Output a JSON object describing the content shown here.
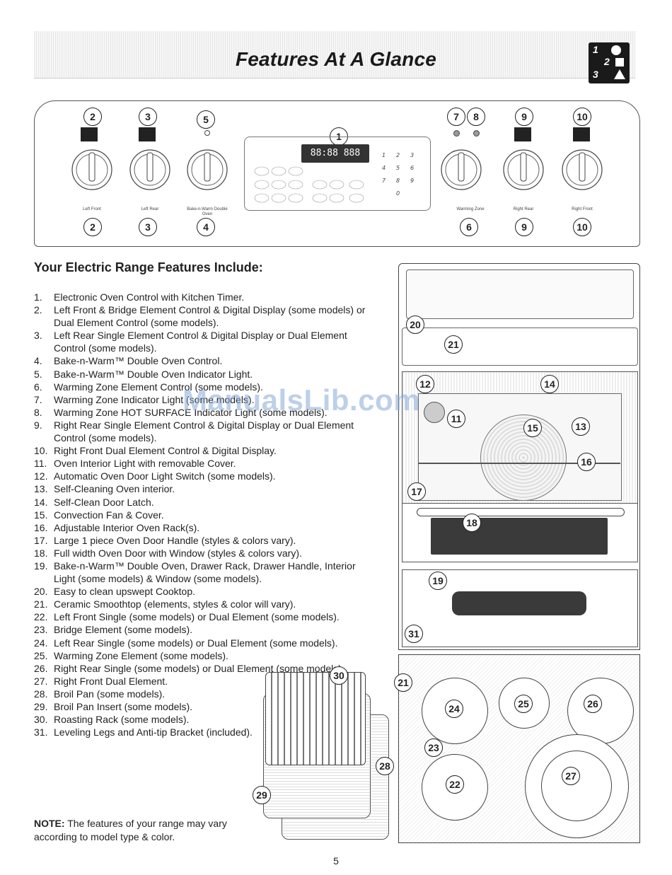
{
  "header": {
    "title": "Features At A Glance",
    "logo_text": [
      "1",
      "2",
      "3"
    ]
  },
  "panel": {
    "callouts_top": [
      "2",
      "3",
      "5",
      "1",
      "7",
      "8",
      "9",
      "10"
    ],
    "callouts_bottom": [
      "2",
      "3",
      "4",
      "6",
      "9",
      "10"
    ],
    "knob_labels": {
      "left_front": "Left Front",
      "left_rear": "Left Rear",
      "bake_n_warm": "Bake-n-Warm Double Oven",
      "warming_zone": "Warming Zone",
      "right_rear": "Right Rear",
      "right_front": "Right Front"
    },
    "lcd_display": "88:88 888"
  },
  "section": {
    "title": "Your Electric Range Features Include:"
  },
  "features": [
    {
      "num": "1.",
      "text": "Electronic Oven Control with Kitchen Timer."
    },
    {
      "num": "2.",
      "text": "Left Front & Bridge Element Control & Digital Display (some models) or Dual Element Control (some models)."
    },
    {
      "num": "3.",
      "text": "Left Rear Single Element Control & Digital Display or Dual Element Control (some models)."
    },
    {
      "num": "4.",
      "text": "Bake-n-Warm™ Double Oven Control."
    },
    {
      "num": "5.",
      "text": "Bake-n-Warm™ Double Oven Indicator Light."
    },
    {
      "num": "6.",
      "text": "Warming Zone Element Control (some models)."
    },
    {
      "num": "7.",
      "text": "Warming Zone Indicator Light (some models)."
    },
    {
      "num": "8.",
      "text": "Warming Zone HOT SURFACE Indicator Light (some models)."
    },
    {
      "num": "9.",
      "text": "Right Rear Single Element Control & Digital Display or Dual Element Control (some models)."
    },
    {
      "num": "10.",
      "text": "Right Front Dual Element Control & Digital Display."
    },
    {
      "num": "11.",
      "text": "Oven Interior Light with removable Cover."
    },
    {
      "num": "12.",
      "text": "Automatic Oven Door Light Switch (some models)."
    },
    {
      "num": "13.",
      "text": "Self-Cleaning Oven interior."
    },
    {
      "num": "14.",
      "text": "Self-Clean Door Latch."
    },
    {
      "num": "15.",
      "text": "Convection Fan & Cover."
    },
    {
      "num": "16.",
      "text": "Adjustable Interior Oven Rack(s)."
    },
    {
      "num": "17.",
      "text": "Large 1 piece Oven Door Handle (styles & colors vary)."
    },
    {
      "num": "18.",
      "text": "Full width Oven Door with Window (styles & colors vary)."
    },
    {
      "num": "19.",
      "text": "Bake-n-Warm™ Double Oven, Drawer Rack, Drawer Handle, Interior Light (some models) & Window (some models)."
    },
    {
      "num": "20.",
      "text": "Easy to clean upswept Cooktop."
    },
    {
      "num": "21.",
      "text": "Ceramic Smoothtop (elements, styles & color will vary)."
    },
    {
      "num": "22.",
      "text": "Left Front Single (some models) or Dual Element (some models)."
    },
    {
      "num": "23.",
      "text": "Bridge Element (some models)."
    },
    {
      "num": "24.",
      "text": "Left Rear Single (some models) or Dual Element (some models)."
    },
    {
      "num": "25.",
      "text": "Warming Zone Element (some models)."
    },
    {
      "num": "26.",
      "text": "Right Rear Single (some models) or Dual Element (some models)."
    },
    {
      "num": "27.",
      "text": "Right Front Dual Element."
    },
    {
      "num": "28.",
      "text": "Broil Pan (some models)."
    },
    {
      "num": "29.",
      "text": "Broil Pan Insert (some models)."
    },
    {
      "num": "30.",
      "text": "Roasting Rack (some models)."
    },
    {
      "num": "31.",
      "text": "Leveling Legs and Anti-tip Bracket (included)."
    }
  ],
  "note": {
    "label": "NOTE:",
    "text": "The features of your range may vary according to model type & color."
  },
  "illustration_callouts": [
    "20",
    "21",
    "12",
    "14",
    "11",
    "15",
    "13",
    "16",
    "17",
    "18",
    "19",
    "31",
    "21",
    "24",
    "25",
    "26",
    "23",
    "27",
    "22",
    "30",
    "28",
    "29"
  ],
  "watermark": "ManualsLib.com",
  "page_number": "5"
}
